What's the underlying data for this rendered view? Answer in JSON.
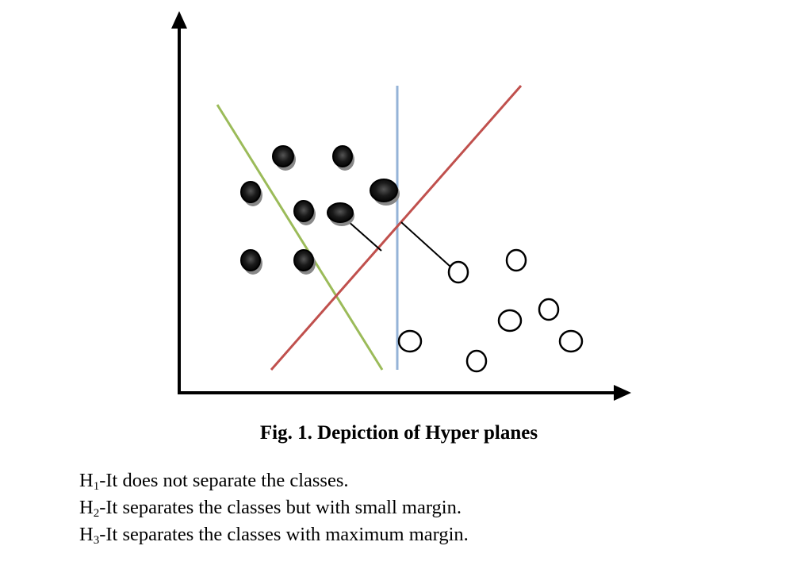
{
  "figure": {
    "caption": "Fig. 1. Depiction of Hyper planes",
    "hyperplanes": [
      {
        "label": "H",
        "sub": "1",
        "text": "-It does not separate the classes.",
        "color": "#9bbb59"
      },
      {
        "label": "H",
        "sub": "2",
        "text": "-It separates the classes but with small margin.",
        "color": "#c0504d"
      },
      {
        "label": "H",
        "sub": "3",
        "text": "-It separates the classes with maximum margin.",
        "color": "#95b3d7"
      }
    ]
  }
}
